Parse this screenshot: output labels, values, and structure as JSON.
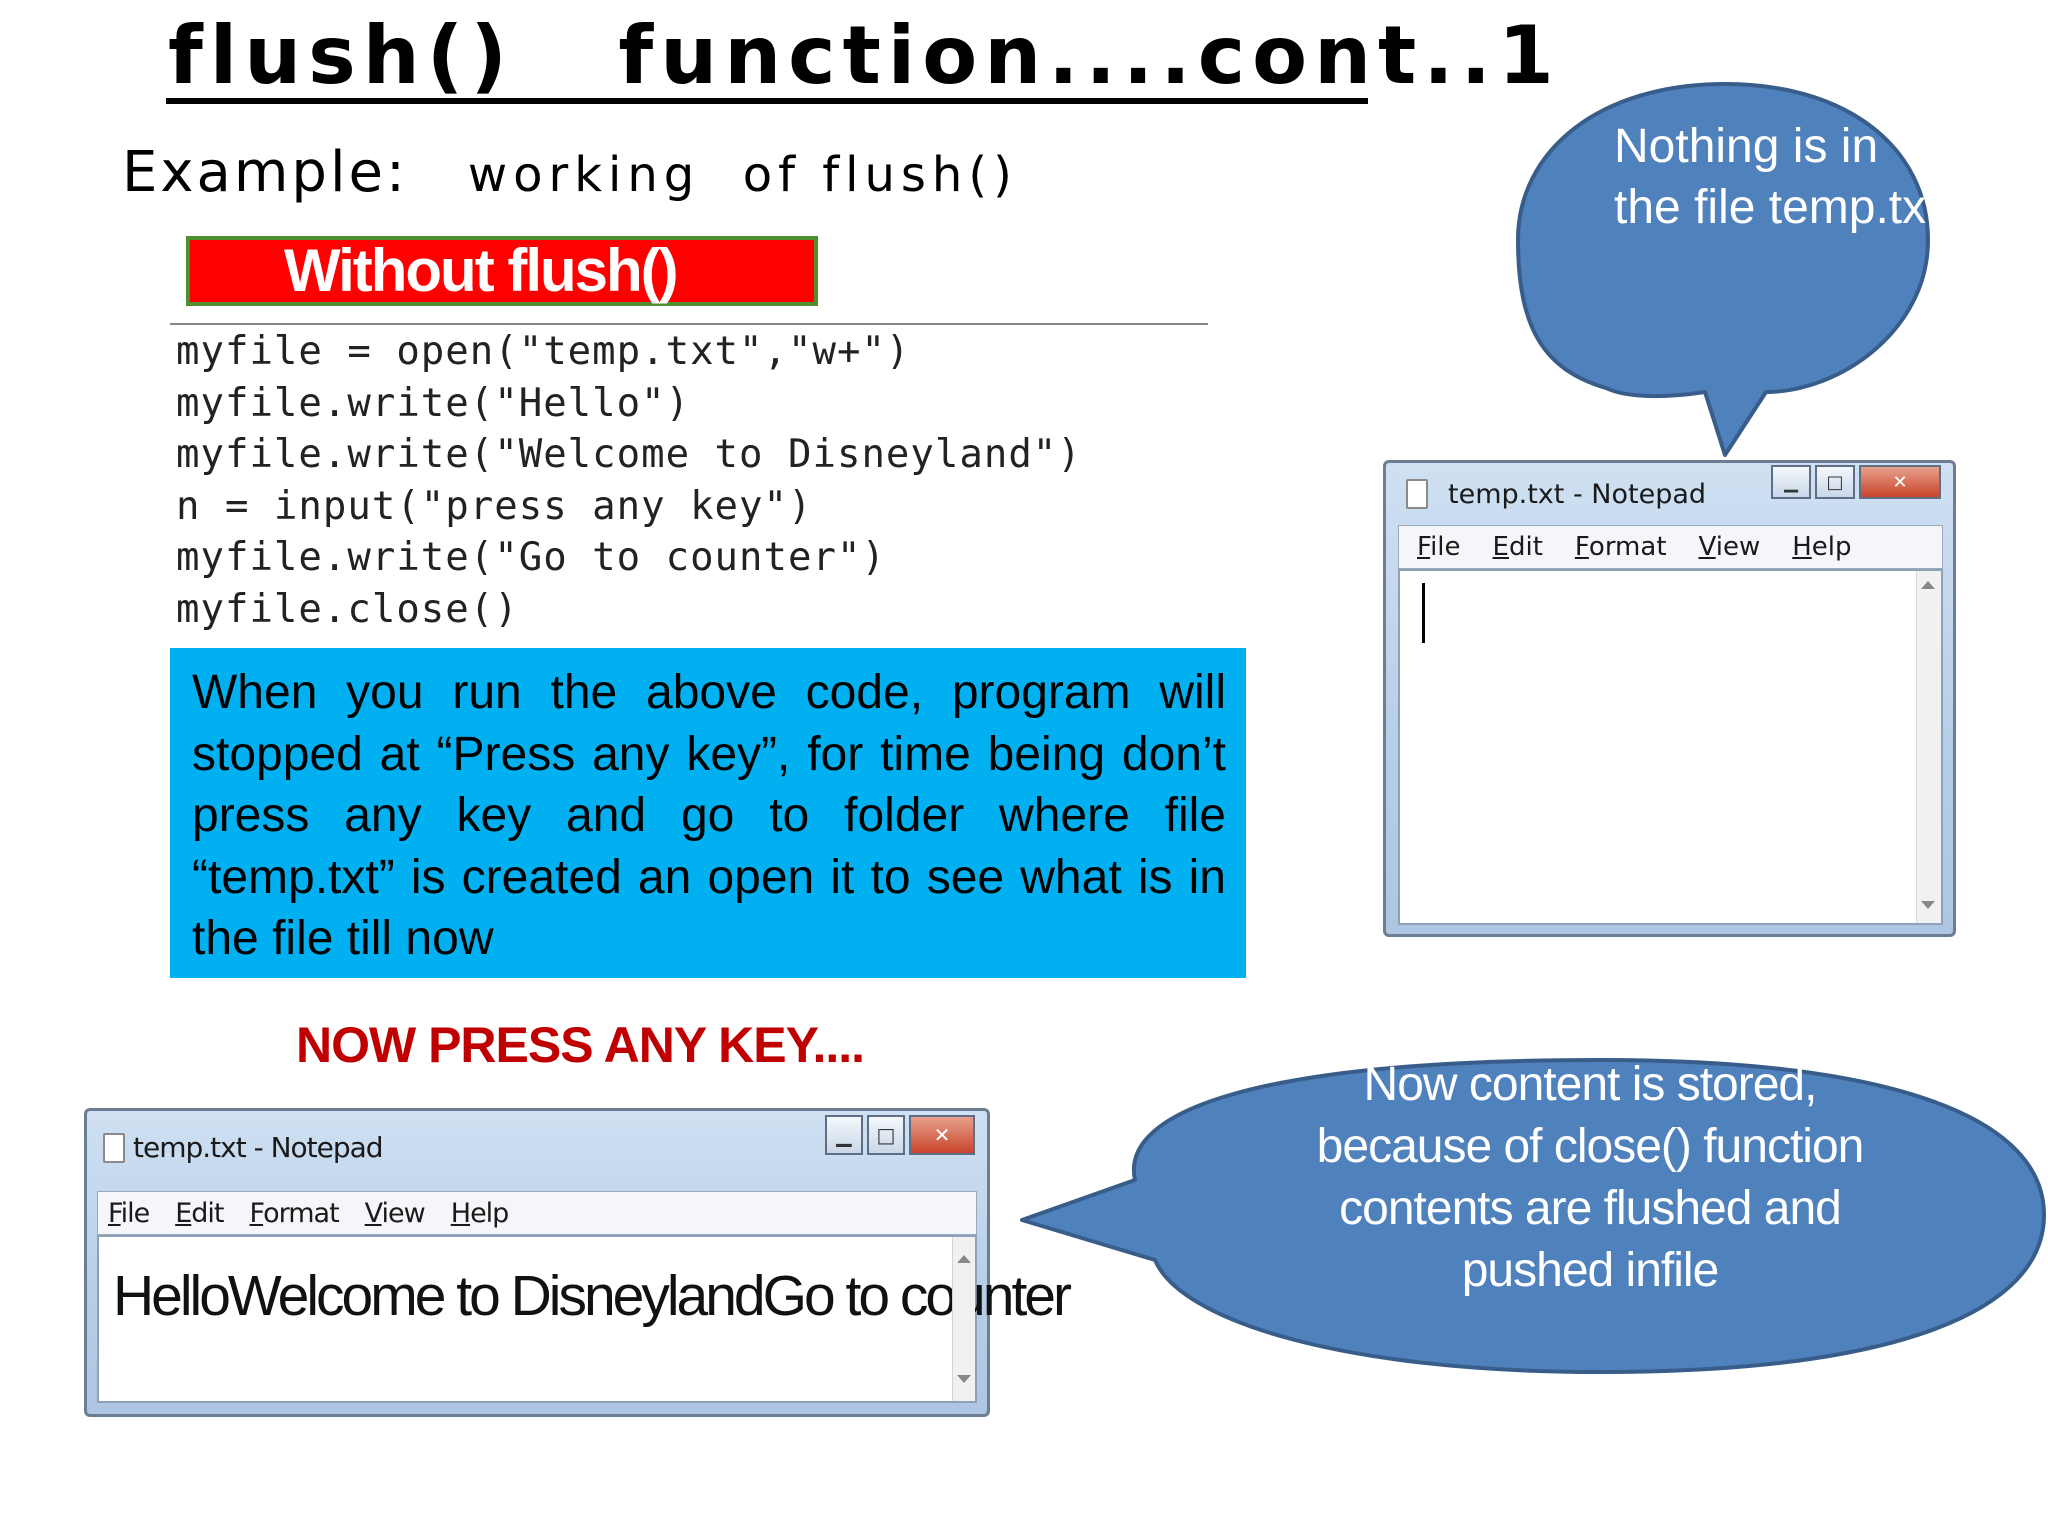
{
  "slide": {
    "title": "flush()   function....cont..1",
    "example_label": "Example:",
    "example_desc": "working  of flush()",
    "banner": "Without flush()"
  },
  "code": {
    "lines": [
      "myfile = open(\"temp.txt\",\"w+\")",
      "myfile.write(\"Hello\")",
      "myfile.write(\"Welcome to Disneyland\")",
      "n = input(\"press any key\")",
      "myfile.write(\"Go to counter\")",
      "myfile.close()"
    ]
  },
  "info_box": {
    "text": "When you run the above code, program will stopped at “Press any key”, for time being don’t press any key and go to folder where file “temp.txt” is created an open it to see what is in the file till now"
  },
  "press_key": "NOW PRESS ANY KEY....",
  "callouts": {
    "top": "Nothing is in the file temp.txt",
    "bottom": "Now content is stored, because of close() function contents are flushed and pushed infile"
  },
  "notepad_empty": {
    "title": "temp.txt - Notepad",
    "menu": [
      "File",
      "Edit",
      "Format",
      "View",
      "Help"
    ],
    "content": ""
  },
  "notepad_filled": {
    "title": "temp.txt - Notepad",
    "menu": [
      "File",
      "Edit",
      "Format",
      "View",
      "Help"
    ],
    "content": "HelloWelcome to DisneylandGo to counter"
  },
  "colors": {
    "banner_bg": "#ff0000",
    "info_bg": "#00b0f0",
    "callout_fill": "#4f81bd",
    "callout_stroke": "#385d8a",
    "press_key": "#c00000"
  }
}
